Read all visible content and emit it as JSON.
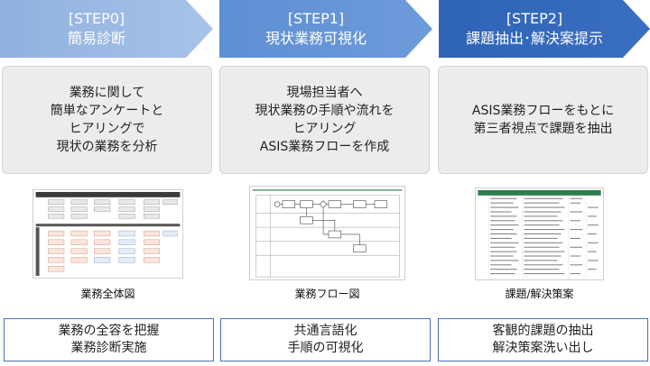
{
  "steps": [
    {
      "code": "[STEP0]",
      "title": "簡易診断",
      "color": "#9bbae4",
      "description": [
        "業務に関して",
        "簡単なアンケートと",
        "ヒアリングで",
        "現状の業務を分析"
      ],
      "caption": "業務全体図",
      "result": [
        "業務の全容を把握",
        "業務診断実施"
      ]
    },
    {
      "code": "[STEP1]",
      "title": "現状業務可視化",
      "color": "#6594d6",
      "description": [
        "現場担当者へ",
        "現状業務の手順や流れを",
        "ヒアリング",
        "ASIS業務フローを作成"
      ],
      "caption": "業務フロー図",
      "result": [
        "共通言語化",
        "手順の可視化"
      ]
    },
    {
      "code": "[STEP2]",
      "title": "課題抽出･解決案提示",
      "color": "#3368ba",
      "description": [
        "ASIS業務フローをもとに",
        "第三者視点で課題を抽出"
      ],
      "caption": "課題/解決策案",
      "result": [
        "客観的課題の抽出",
        "解決策案洗い出し"
      ]
    }
  ]
}
